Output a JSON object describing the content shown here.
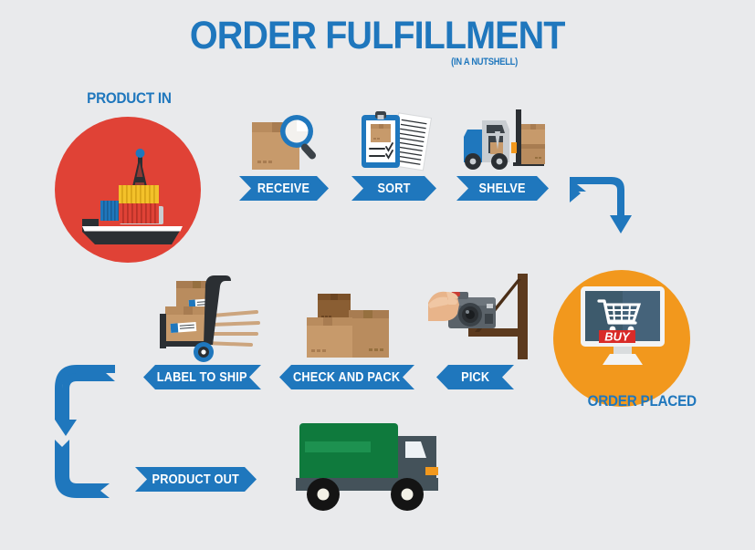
{
  "title": {
    "main": "ORDER FULFILLMENT",
    "sub": "(IN A NUTSHELL)"
  },
  "colors": {
    "background": "#e9eaec",
    "blue": "#1f77bd",
    "red_circle": "#e04236",
    "orange_circle": "#f2981d",
    "box_brown": "#c79a6b",
    "box_brown_dark": "#8a5e33",
    "truck_green": "#0f7a3d",
    "truck_cab": "#44525a",
    "screen": "#3d5a6c",
    "buy_red": "#d92b28",
    "white": "#ffffff"
  },
  "stages": {
    "product_in": {
      "label": "PRODUCT IN",
      "icon": "cargo-ship-icon",
      "circle_color": "#e04236"
    },
    "order_placed": {
      "label": "ORDER PLACED",
      "icon": "monitor-shopping-cart-icon",
      "circle_color": "#f2981d",
      "screen_button": "BUY"
    }
  },
  "steps_row1": [
    {
      "label": "RECEIVE",
      "icon": "box-magnifier-icon",
      "direction": "right"
    },
    {
      "label": "SORT",
      "icon": "clipboard-checklist-icon",
      "direction": "right"
    },
    {
      "label": "SHELVE",
      "icon": "forklift-icon",
      "direction": "right"
    }
  ],
  "steps_row2": [
    {
      "label": "LABEL TO SHIP",
      "icon": "hand-truck-boxes-icon",
      "direction": "left"
    },
    {
      "label": "CHECK AND PACK",
      "icon": "stacked-boxes-icon",
      "direction": "left"
    },
    {
      "label": "PICK",
      "icon": "hand-camera-shelf-icon",
      "direction": "left"
    }
  ],
  "steps_row3": [
    {
      "label": "PRODUCT OUT",
      "icon": "delivery-truck-icon",
      "direction": "right"
    }
  ],
  "connectors": [
    {
      "name": "elbow-right-top",
      "shape": "in-left-turn-down"
    },
    {
      "name": "elbow-left-top",
      "shape": "in-right-turn-down"
    },
    {
      "name": "elbow-left-bottom",
      "shape": "in-top-turn-right"
    }
  ]
}
